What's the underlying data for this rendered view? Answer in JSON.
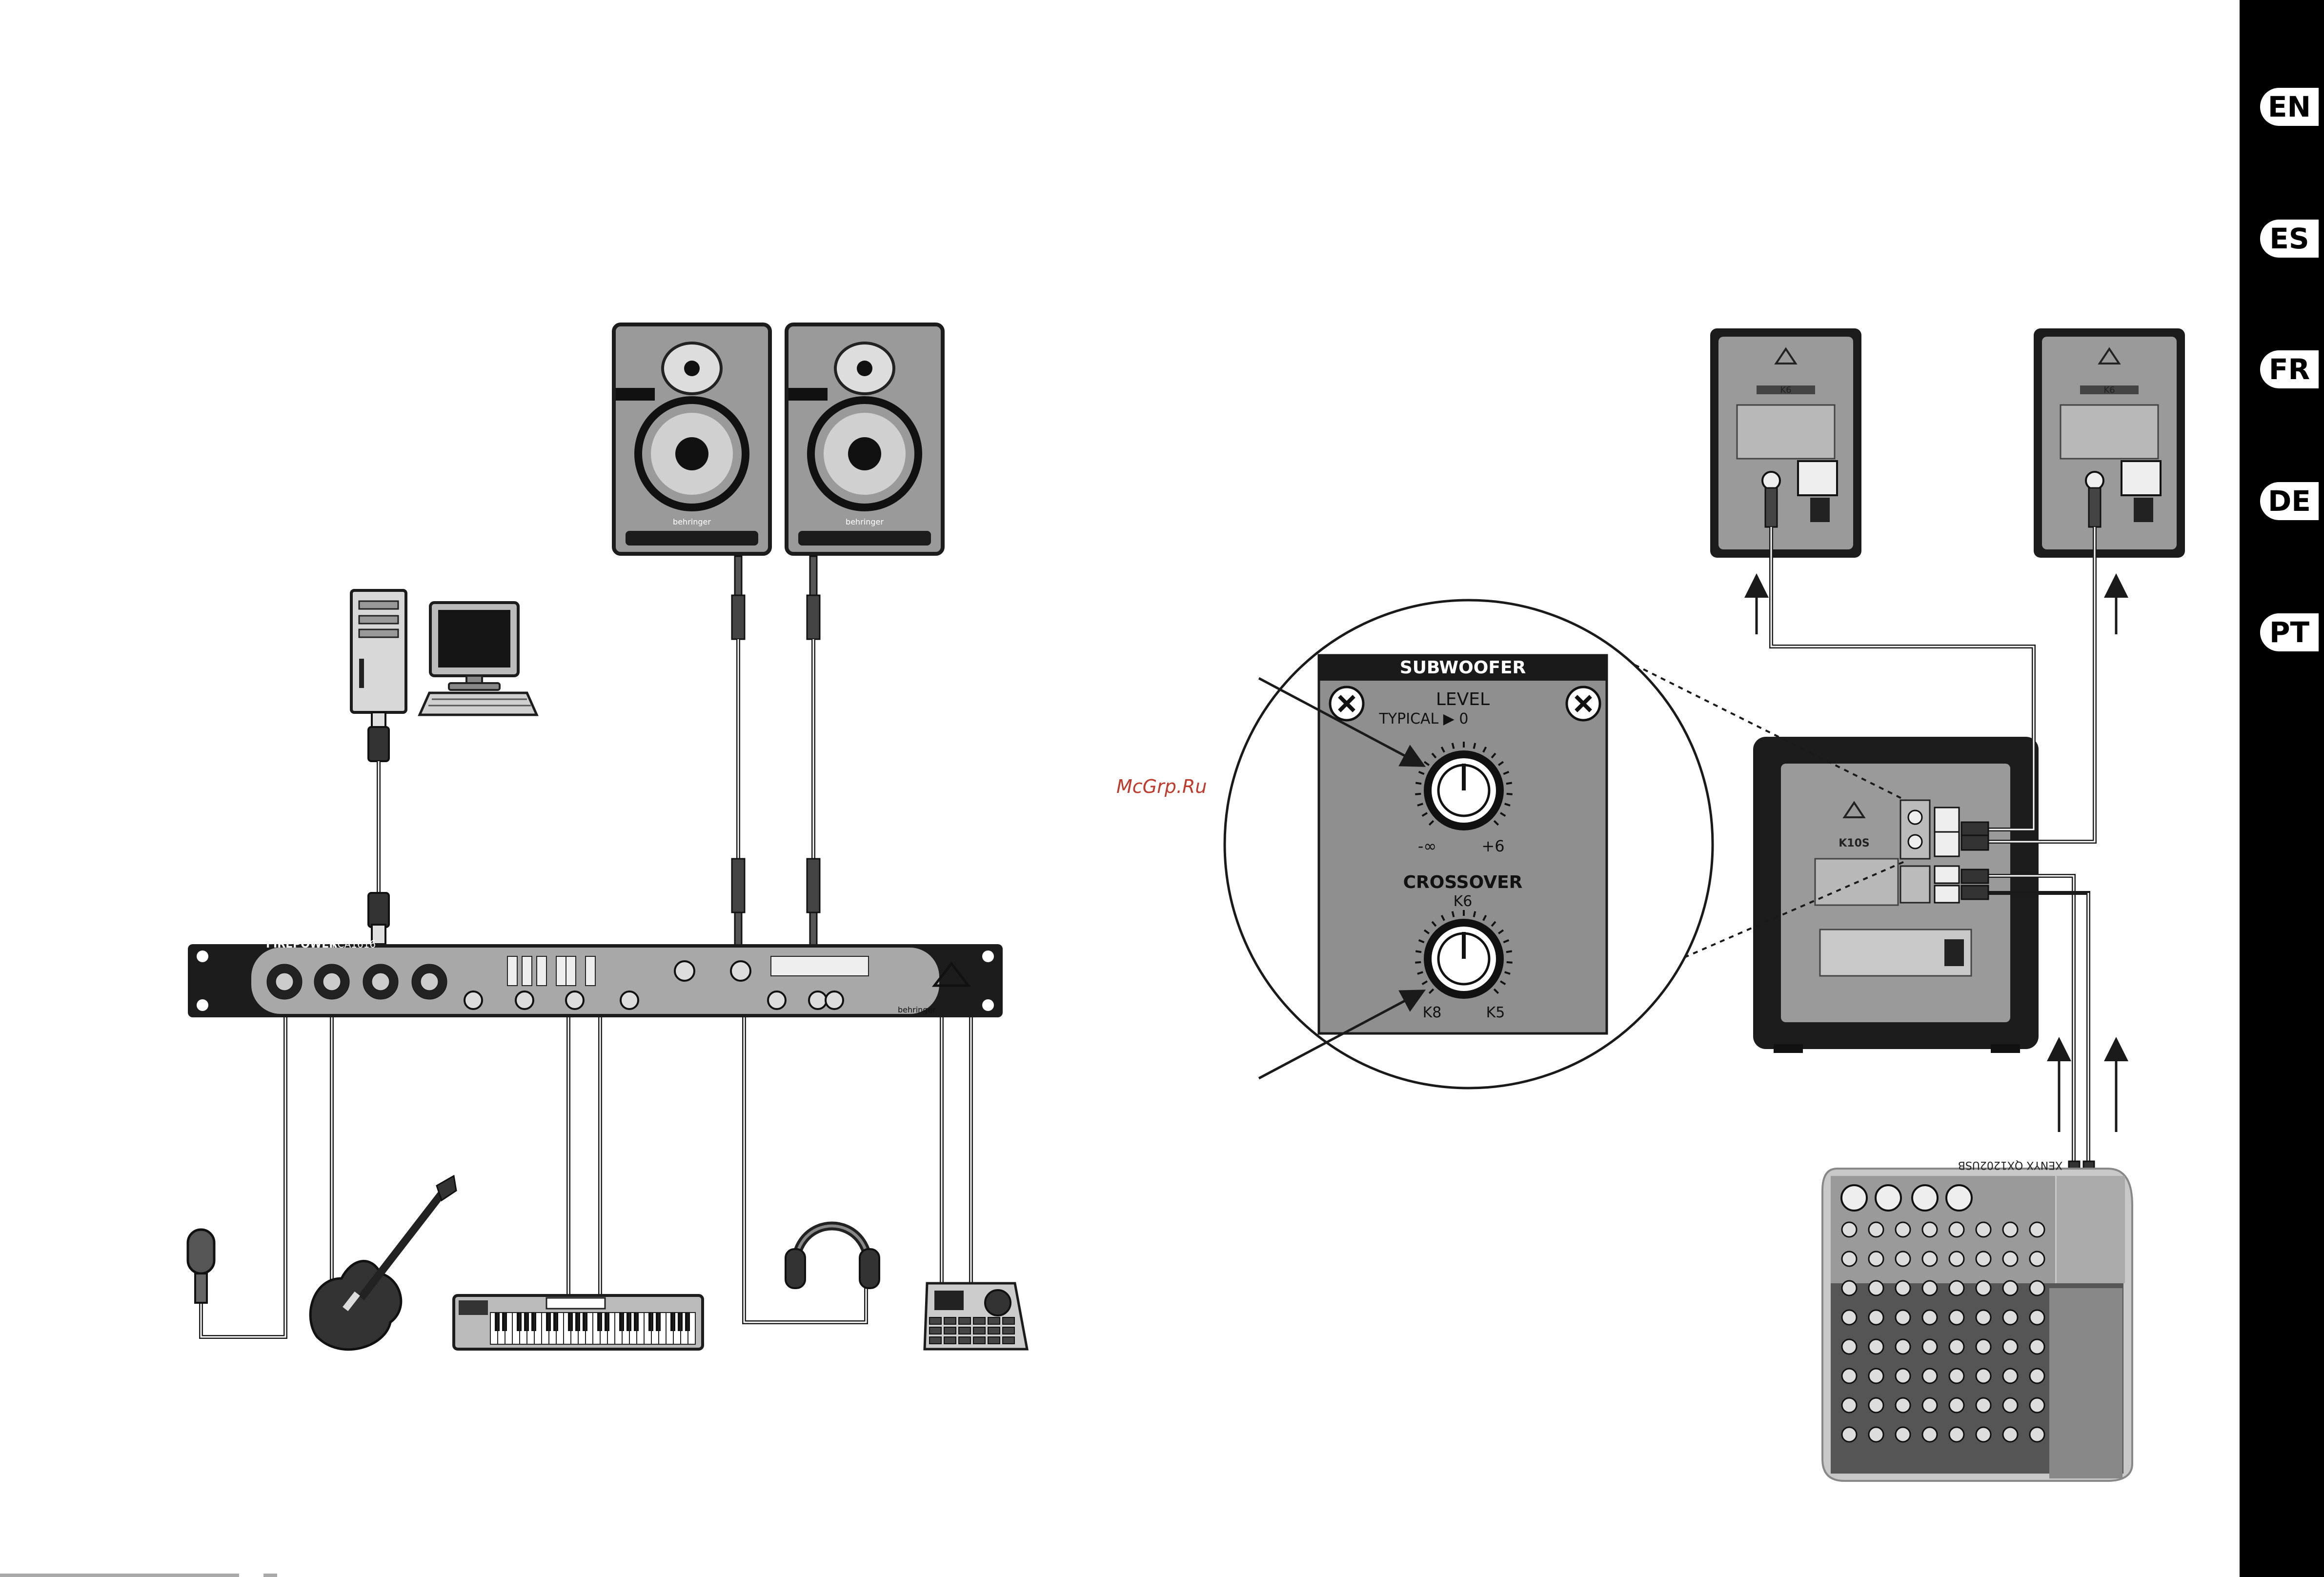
{
  "language_tabs": [
    "EN",
    "ES",
    "FR",
    "DE",
    "PT"
  ],
  "watermark": "McGrp.Ru",
  "panel": {
    "title": "SUBWOOFER",
    "level_label": "LEVEL",
    "typical_label": "TYPICAL ▶ 0",
    "level_min": "-∞",
    "level_max": "+6",
    "crossover_label": "CROSSOVER",
    "crossover_top": "K6",
    "crossover_min": "K8",
    "crossover_max": "K5"
  },
  "devices": {
    "monitor_brand": "behringer",
    "monitor_model": "K6",
    "subwoofer_model": "K10S",
    "interface_name": "FIREPOWER",
    "interface_model": "FCA1616",
    "interface_brand": "behringer",
    "mixer_name": "XENYX QX1202USB"
  },
  "colors": {
    "line": "#1a1a1a",
    "device_gray": "#9a9a9a",
    "dark": "#1c1c1c",
    "panel_gray": "#8f8f8f"
  }
}
